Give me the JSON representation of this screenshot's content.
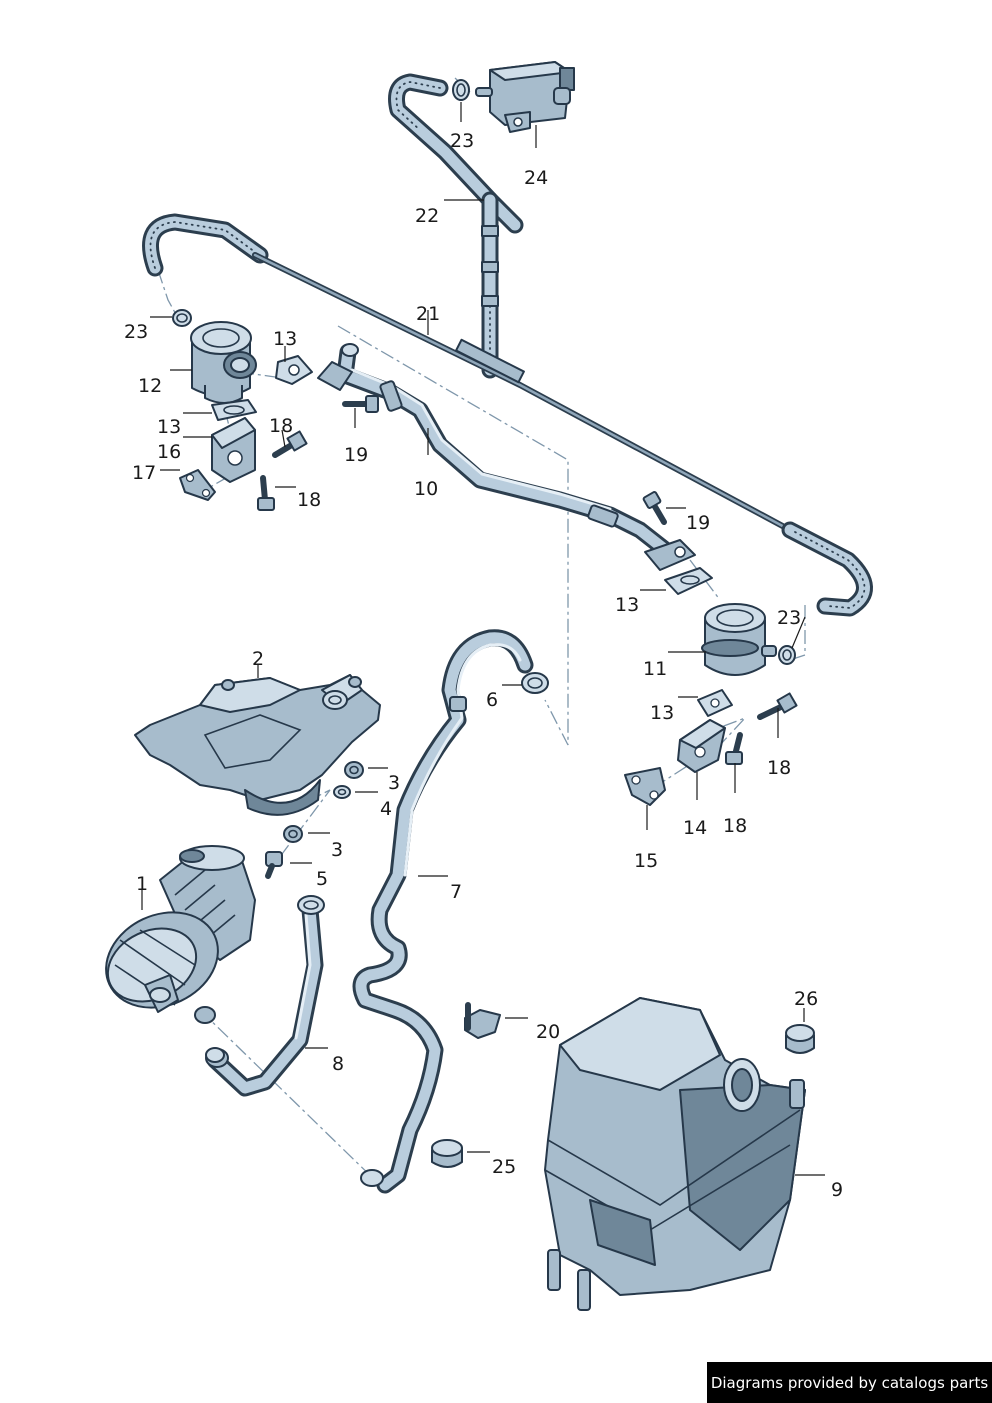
{
  "callouts": [
    {
      "id": "1",
      "label": "1"
    },
    {
      "id": "2",
      "label": "2"
    },
    {
      "id": "3a",
      "label": "3"
    },
    {
      "id": "3b",
      "label": "3"
    },
    {
      "id": "4",
      "label": "4"
    },
    {
      "id": "5",
      "label": "5"
    },
    {
      "id": "6",
      "label": "6"
    },
    {
      "id": "7",
      "label": "7"
    },
    {
      "id": "8",
      "label": "8"
    },
    {
      "id": "9",
      "label": "9"
    },
    {
      "id": "10",
      "label": "10"
    },
    {
      "id": "11",
      "label": "11"
    },
    {
      "id": "12",
      "label": "12"
    },
    {
      "id": "13a",
      "label": "13"
    },
    {
      "id": "13b",
      "label": "13"
    },
    {
      "id": "13c",
      "label": "13"
    },
    {
      "id": "13d",
      "label": "13"
    },
    {
      "id": "14",
      "label": "14"
    },
    {
      "id": "15",
      "label": "15"
    },
    {
      "id": "16",
      "label": "16"
    },
    {
      "id": "17",
      "label": "17"
    },
    {
      "id": "18a",
      "label": "18"
    },
    {
      "id": "18b",
      "label": "18"
    },
    {
      "id": "18c",
      "label": "18"
    },
    {
      "id": "18d",
      "label": "18"
    },
    {
      "id": "19a",
      "label": "19"
    },
    {
      "id": "19b",
      "label": "19"
    },
    {
      "id": "20",
      "label": "20"
    },
    {
      "id": "21",
      "label": "21"
    },
    {
      "id": "22",
      "label": "22"
    },
    {
      "id": "23a",
      "label": "23"
    },
    {
      "id": "23b",
      "label": "23"
    },
    {
      "id": "23c",
      "label": "23"
    },
    {
      "id": "24",
      "label": "24"
    },
    {
      "id": "25",
      "label": "25"
    },
    {
      "id": "26",
      "label": "26"
    }
  ],
  "attribution": "Diagrams provided by catalogs parts",
  "colors": {
    "part_fill": "#a7bccc",
    "part_outline": "#26384a",
    "centerline": "#7f97ab",
    "attribution_bg": "#000000"
  }
}
